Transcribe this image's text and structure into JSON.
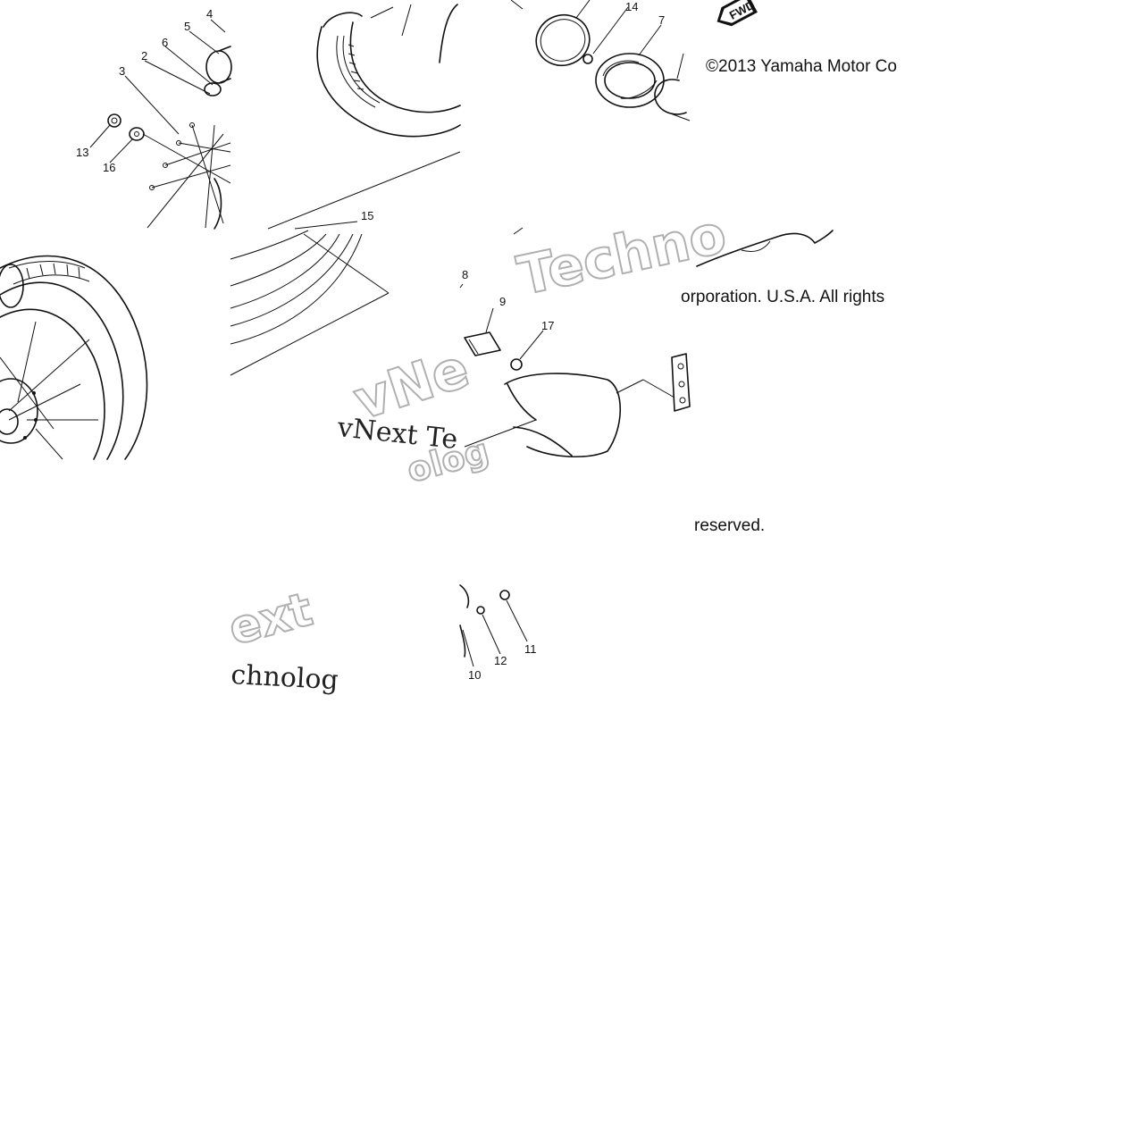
{
  "copyright": {
    "part1": "©2013 Yamaha Motor Co",
    "part2": "orporation. U.S.A. All rights",
    "part3": "reserved."
  },
  "watermarks": [
    {
      "text": "Techno"
    },
    {
      "text": "vNext Te"
    },
    {
      "text": "chnolog"
    },
    {
      "text": "ext"
    },
    {
      "text": "vNe"
    },
    {
      "text": "olog"
    }
  ],
  "badge_fwd": "FWD",
  "callouts": {
    "c4": "4",
    "c5": "5",
    "c6": "6",
    "c2": "2",
    "c3": "3",
    "c13": "13",
    "c16": "16",
    "c14": "14",
    "c7": "7",
    "c15": "15",
    "c8": "8",
    "c9": "9",
    "c17": "17",
    "c10": "10",
    "c12": "12",
    "c11": "11"
  }
}
